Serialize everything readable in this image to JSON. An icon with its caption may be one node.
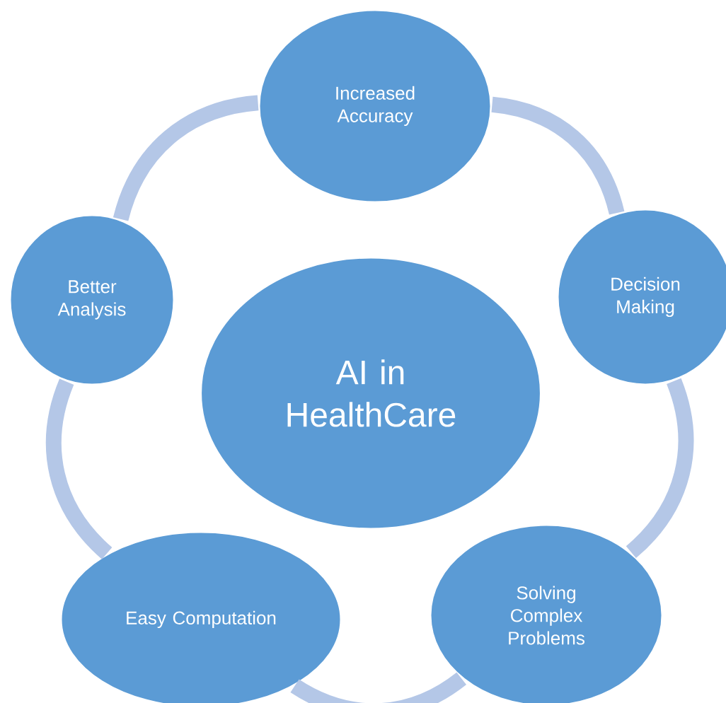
{
  "diagram": {
    "nodes": [
      {
        "text": [
          "Increased Accuracy"
        ]
      },
      {
        "text": [
          "Better Analysis"
        ]
      },
      {
        "text": [
          "Decision Making"
        ]
      },
      {
        "text": [
          "AI in HealthCare"
        ]
      },
      {
        "text": [
          "Easy Computation"
        ]
      },
      {
        "text": [
          "Solving Complex Problems"
        ]
      }
    ],
    "edges": [
      {
        "from": 0,
        "to": 2,
        "arrow": "none"
      },
      {
        "from": 2,
        "to": 5,
        "arrow": "none"
      },
      {
        "from": 5,
        "to": 4,
        "arrow": "none"
      },
      {
        "from": 4,
        "to": 1,
        "arrow": "none"
      },
      {
        "from": 1,
        "to": 0,
        "arrow": "none"
      }
    ]
  }
}
